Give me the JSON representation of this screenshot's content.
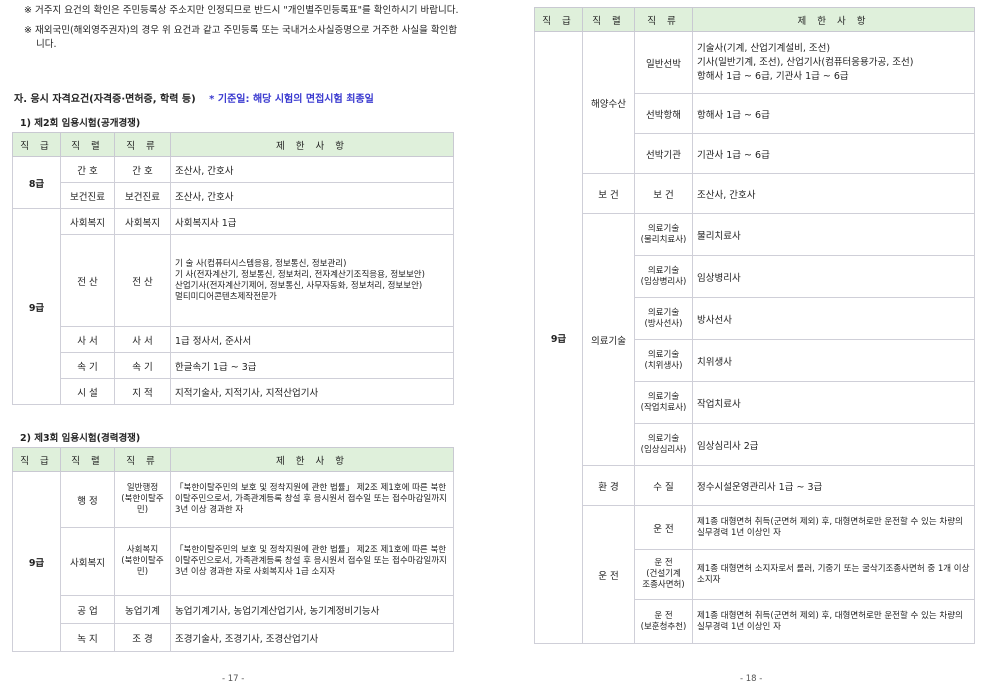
{
  "left": {
    "notes": [
      "※ 거주지 요건의 확인은 주민등록상 주소지만 인정되므로 반드시 \"개인별주민등록표\"를 확인하시기 바랍니다.",
      "※ 재외국민(해외영주권자)의 경우 위 요건과 같고 주민등록 또는 국내거소사실증명으로 거주한 사실을 확인합니다."
    ],
    "section_title": "자. 응시 자격요건(자격증·면허증, 학력 등)",
    "section_note": "* 기준일: 해당 시험의 면접시험 최종일",
    "sub1": "1) 제2회 임용시험(공개경쟁)",
    "sub2": "2) 제3회 임용시험(경력경쟁)",
    "headers": [
      "직 급",
      "직 렬",
      "직 류",
      "제 한 사 항"
    ],
    "t1": {
      "g8": "8급",
      "g9": "9급",
      "rows": [
        {
          "ser": "간 호",
          "cls": "간 호",
          "req": "조산사, 간호사"
        },
        {
          "ser": "보건진료",
          "cls": "보건진료",
          "req": "조산사, 간호사"
        },
        {
          "ser": "사회복지",
          "cls": "사회복지",
          "req": "사회복지사 1급"
        },
        {
          "ser": "전 산",
          "cls": "전 산",
          "req": "기 술 사(컴퓨터시스템응용, 정보통신, 정보관리)\n기    사(전자계산기, 정보통신, 정보처리, 전자계산기조직응용, 정보보안)\n산업기사(전자계산기제어, 정보통신, 사무자동화, 정보처리, 정보보안)\n멀티미디어콘텐츠제작전문가"
        },
        {
          "ser": "사 서",
          "cls": "사 서",
          "req": "1급 정사서, 준사서"
        },
        {
          "ser": "속 기",
          "cls": "속 기",
          "req": "한글속기 1급 ~ 3급"
        },
        {
          "ser": "시 설",
          "cls": "지 적",
          "req": "지적기술사, 지적기사, 지적산업기사"
        }
      ]
    },
    "t2": {
      "g9": "9급",
      "rows": [
        {
          "ser": "행 정",
          "cls": "일반행정\n(북한이탈주민)",
          "req": "「북한이탈주민의 보호 및 정착지원에 관한 법률」 제2조 제1호에 따른 북한이탈주민으로서, 가족관계등록 창설 후 응시원서 접수일 또는 접수마감일까지 3년 이상 경과한 자"
        },
        {
          "ser": "사회복지",
          "cls": "사회복지\n(북한이탈주민)",
          "req": "「북한이탈주민의 보호 및 정착지원에 관한 법률」 제2조 제1호에 따른 북한이탈주민으로서, 가족관계등록 창설 후 응시원서 접수일 또는 접수마감일까지 3년 이상 경과한 자로 사회복지사 1급 소지자"
        },
        {
          "ser": "공 업",
          "cls": "농업기계",
          "req": "농업기계기사, 농업기계산업기사, 농기계정비기능사"
        },
        {
          "ser": "녹 지",
          "cls": "조 경",
          "req": "조경기술사, 조경기사, 조경산업기사"
        }
      ]
    },
    "page_number": "- 17 -"
  },
  "right": {
    "headers": [
      "직 급",
      "직 렬",
      "직 류",
      "제 한 사 항"
    ],
    "grade": "9급",
    "rows": [
      {
        "ser": "해양수산",
        "cls": "일반선박",
        "req": "기술사(기계, 산업기계설비, 조선)\n기사(일반기계, 조선), 산업기사(컴퓨터응용가공, 조선)\n항해사 1급 ~ 6급, 기관사 1급 ~ 6급"
      },
      {
        "cls": "선박항해",
        "req": "항해사 1급 ~ 6급"
      },
      {
        "cls": "선박기관",
        "req": "기관사 1급 ~ 6급"
      },
      {
        "ser": "보 건",
        "cls": "보 건",
        "req": "조산사, 간호사"
      },
      {
        "ser": "의료기술",
        "cls": "의료기술\n(물리치료사)",
        "req": "물리치료사"
      },
      {
        "cls": "의료기술\n(임상병리사)",
        "req": "임상병리사"
      },
      {
        "cls": "의료기술\n(방사선사)",
        "req": "방사선사"
      },
      {
        "cls": "의료기술\n(치위생사)",
        "req": "치위생사"
      },
      {
        "cls": "의료기술\n(작업치료사)",
        "req": "작업치료사"
      },
      {
        "cls": "의료기술\n(임상심리사)",
        "req": "임상심리사 2급"
      },
      {
        "ser": "환 경",
        "cls": "수 질",
        "req": "정수시설운영관리사 1급 ~ 3급"
      },
      {
        "ser": "운 전",
        "cls": "운 전",
        "req": "제1종 대형면허 취득(군면허 제외) 후, 대형면허로만 운전할 수 있는 차량의 실무경력 1년 이상인 자"
      },
      {
        "cls": "운 전\n(건설기계\n조종사면허)",
        "req": "제1종 대형면허 소지자로서 롤러, 기중기 또는 굴삭기조종사면허 중 1개 이상 소지자"
      },
      {
        "cls": "운 전\n(보훈청추천)",
        "req": "제1종 대형면허 취득(군면허 제외) 후, 대형면허로만 운전할 수 있는 차량의 실무경력 1년 이상인 자"
      }
    ],
    "page_number": "- 18 -"
  }
}
